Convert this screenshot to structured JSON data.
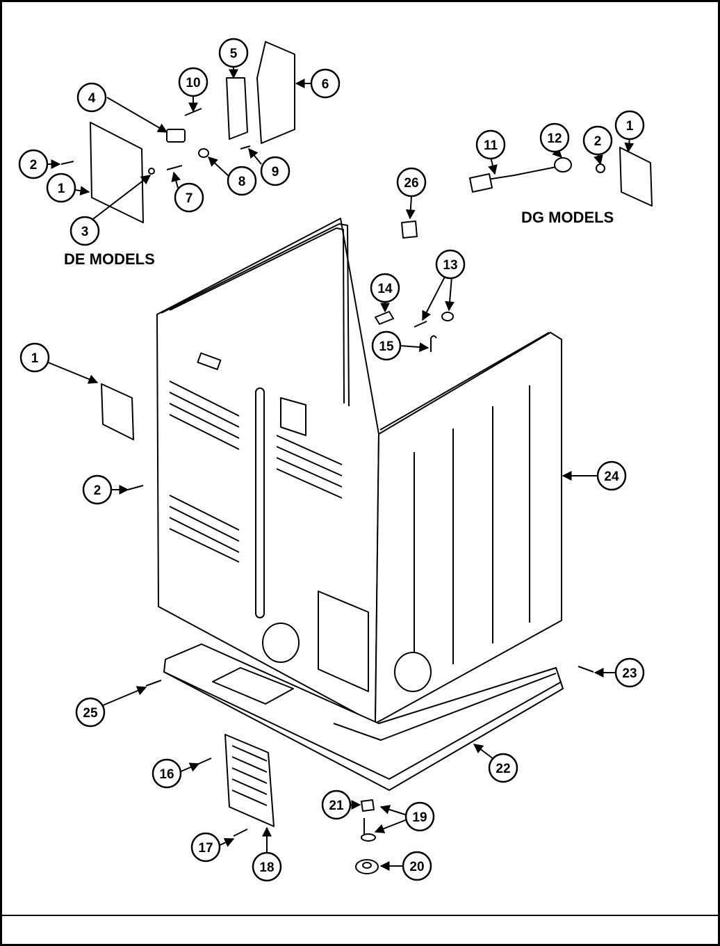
{
  "labels": {
    "de_models": "DE MODELS",
    "dg_models": "DG MODELS"
  },
  "callouts": {
    "c1a": "1",
    "c1b": "1",
    "c1c": "1",
    "c2a": "2",
    "c2b": "2",
    "c2c": "2",
    "c3": "3",
    "c4": "4",
    "c5": "5",
    "c6": "6",
    "c7": "7",
    "c8": "8",
    "c9": "9",
    "c10": "10",
    "c11": "11",
    "c12": "12",
    "c13": "13",
    "c14": "14",
    "c15": "15",
    "c16": "16",
    "c17": "17",
    "c18": "18",
    "c19": "19",
    "c20": "20",
    "c21": "21",
    "c22": "22",
    "c23": "23",
    "c24": "24",
    "c25": "25",
    "c26": "26"
  }
}
